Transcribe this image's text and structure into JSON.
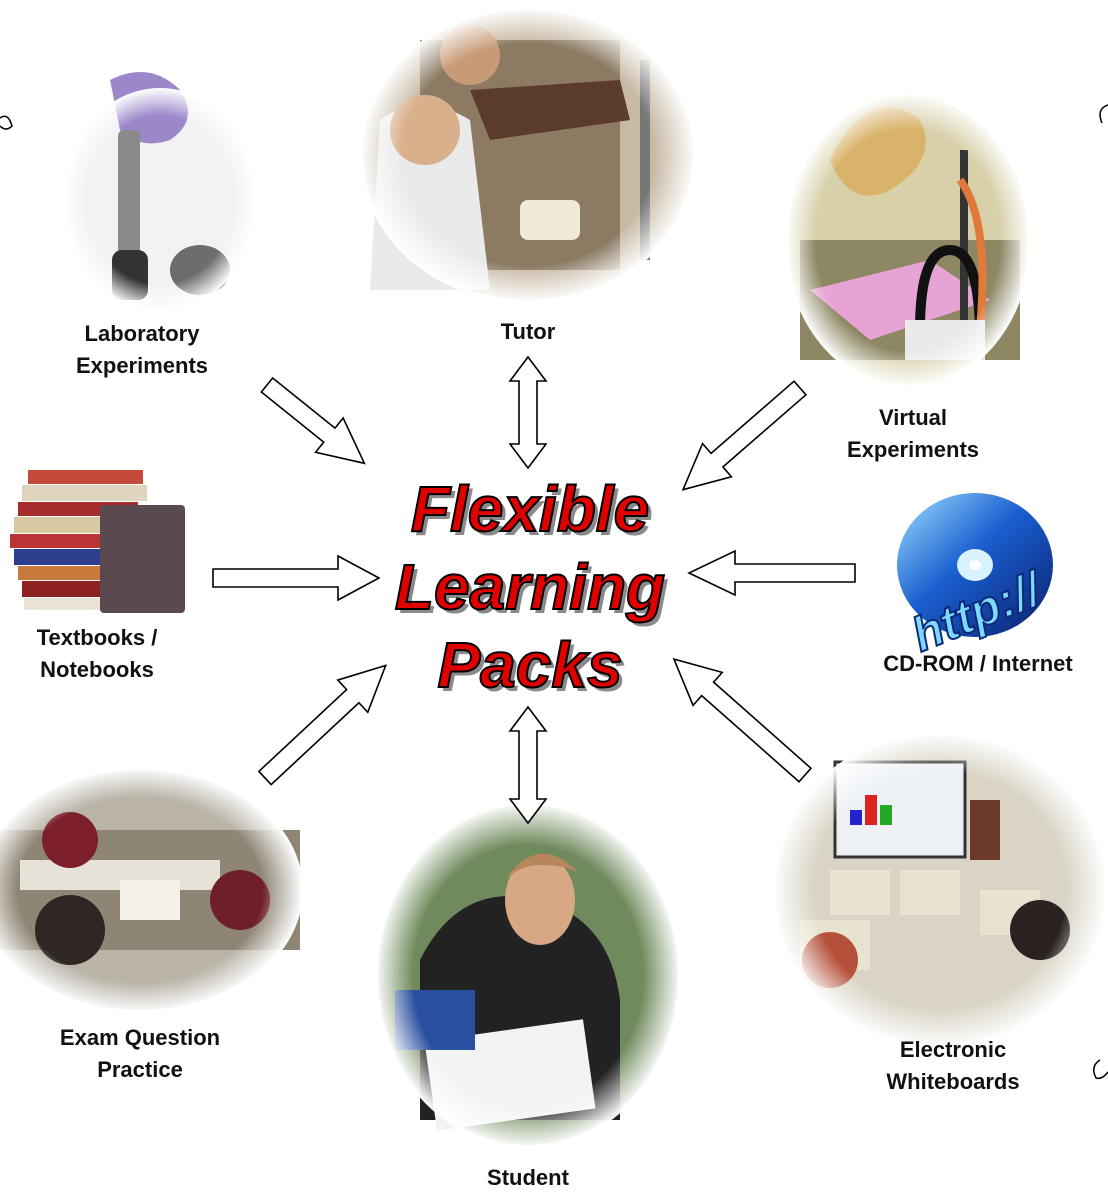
{
  "title": {
    "line1": "Flexible",
    "line2": "Learning",
    "line3": "Packs"
  },
  "nodes": {
    "lab": "Laboratory\nExperiments",
    "tutor": "Tutor",
    "virtual": "Virtual\nExperiments",
    "textbooks": "Textbooks /\nNotebooks",
    "cdrom": "CD-ROM / Internet",
    "exam": "Exam Question\nPractice",
    "student": "Student",
    "whiteboards": "Electronic\nWhiteboards"
  },
  "cd_text": "http://",
  "colors": {
    "title_fill": "#e00000",
    "title_outline": "#000000",
    "arrow_outline": "#000000"
  }
}
